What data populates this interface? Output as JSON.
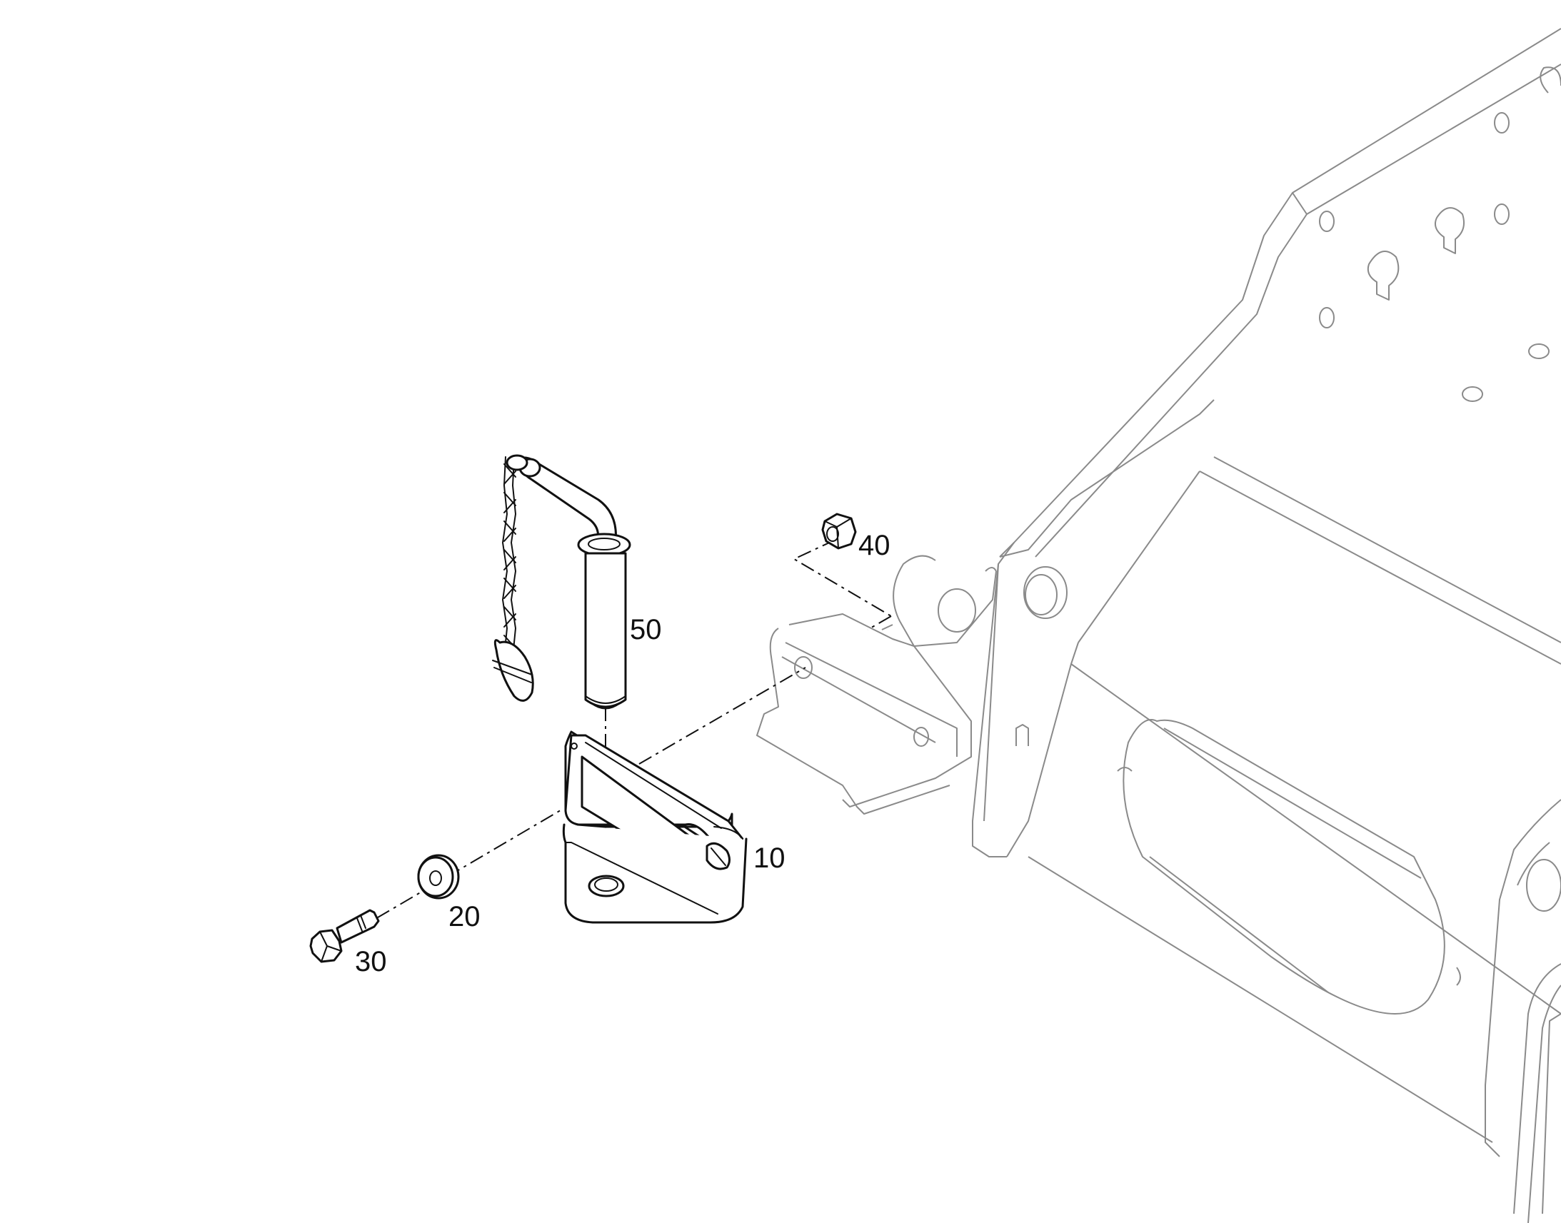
{
  "callouts": {
    "c10": "10",
    "c20": "20",
    "c30": "30",
    "c40": "40",
    "c50": "50"
  },
  "colors": {
    "part_line": "#111111",
    "frame_line": "#8a8a8a",
    "background": "#ffffff"
  }
}
